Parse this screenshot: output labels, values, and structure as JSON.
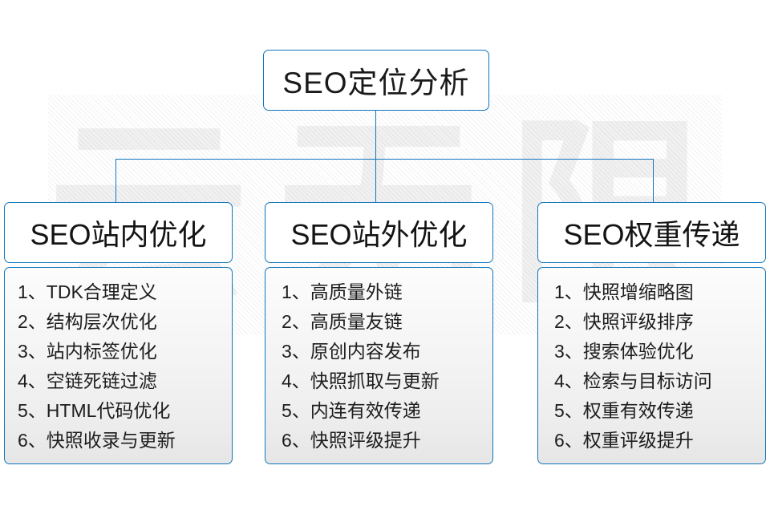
{
  "watermark": {
    "text": "云无限"
  },
  "root": {
    "title": "SEO定位分析"
  },
  "columns": [
    {
      "title": "SEO站内优化",
      "items": [
        "1、TDK合理定义",
        "2、结构层次优化",
        "3、站内标签优化",
        "4、空链死链过滤",
        "5、HTML代码优化",
        "6、快照收录与更新"
      ]
    },
    {
      "title": "SEO站外优化",
      "items": [
        "1、高质量外链",
        "2、高质量友链",
        "3、原创内容发布",
        "4、快照抓取与更新",
        "5、内连有效传递",
        "6、快照评级提升"
      ]
    },
    {
      "title": "SEO权重传递",
      "items": [
        "1、快照增缩略图",
        "2、快照评级排序",
        "3、搜索体验优化",
        "4、检索与目标访问",
        "5、权重有效传递",
        "6、权重评级提升"
      ]
    }
  ],
  "colors": {
    "border": "#1176bc",
    "text": "#1a1a1a",
    "background": "#ffffff",
    "watermark": "#f1f1f1"
  }
}
